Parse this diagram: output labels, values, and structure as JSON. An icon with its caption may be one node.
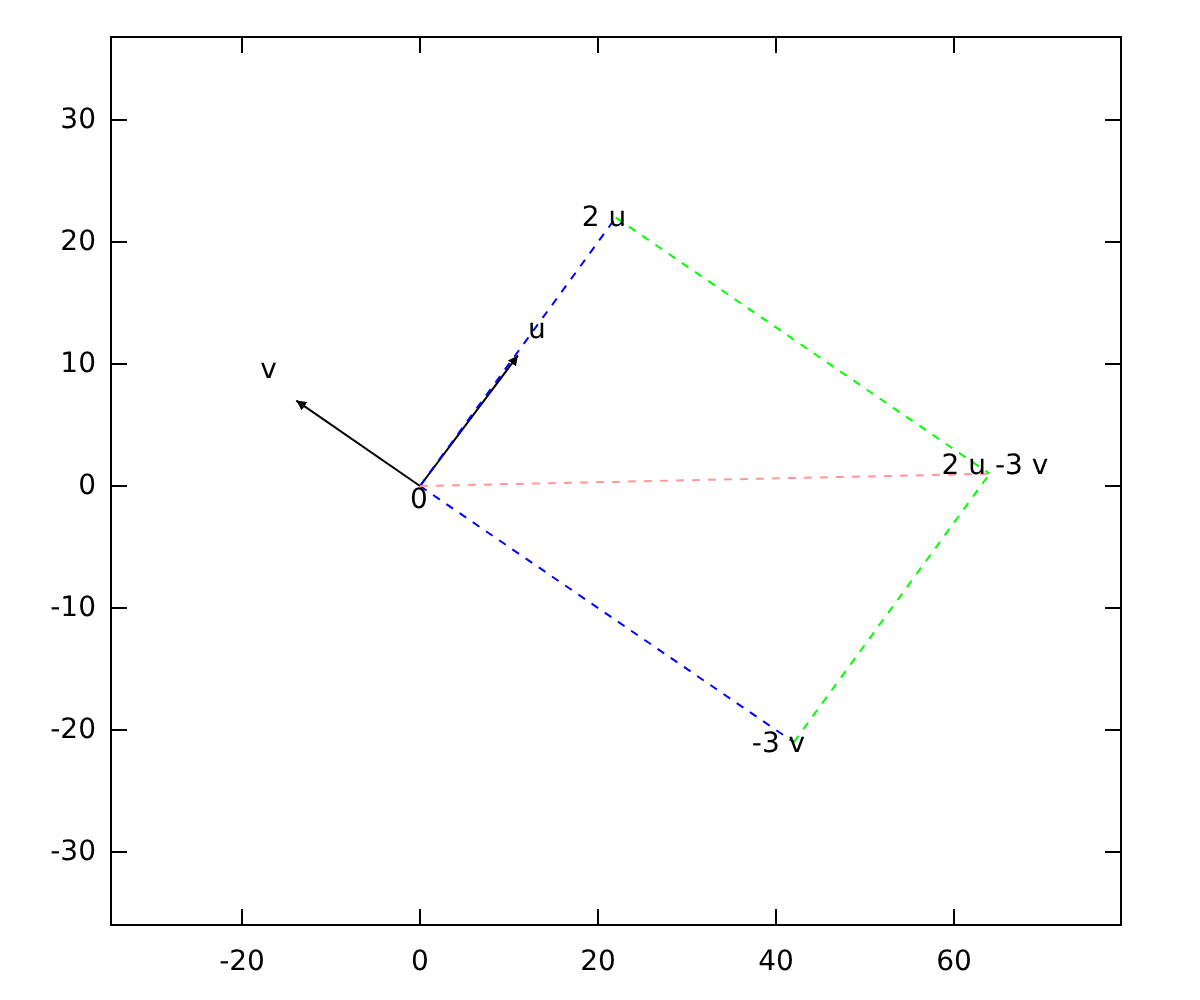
{
  "diagram": {
    "nodes": [
      {
        "text": [
          "0"
        ]
      },
      {
        "text": [
          "u"
        ]
      },
      {
        "text": [
          "v"
        ]
      },
      {
        "text": [
          "2 u"
        ]
      },
      {
        "text": [
          "-3 v"
        ]
      },
      {
        "text": [
          "2 u -3 v"
        ]
      }
    ],
    "edges": [
      {
        "from": 0,
        "to": 1,
        "arrow": "to"
      },
      {
        "from": 0,
        "to": 2,
        "arrow": "to"
      },
      {
        "from": 0,
        "to": 3,
        "arrow": "none",
        "style": "dashed",
        "color": "#0000ff"
      },
      {
        "from": 0,
        "to": 4,
        "arrow": "none",
        "style": "dashed",
        "color": "#0000ff"
      },
      {
        "from": 3,
        "to": 5,
        "arrow": "none",
        "style": "dashed",
        "color": "#00ff00"
      },
      {
        "from": 4,
        "to": 5,
        "arrow": "none",
        "style": "dashed",
        "color": "#00ff00"
      },
      {
        "from": 0,
        "to": 5,
        "arrow": "none",
        "style": "dashed",
        "color": "#ff9999"
      }
    ],
    "labels": [
      "30",
      "20",
      "10",
      "0",
      "-10",
      "-20",
      "-30",
      "-20",
      "0",
      "20",
      "40",
      "60"
    ]
  }
}
